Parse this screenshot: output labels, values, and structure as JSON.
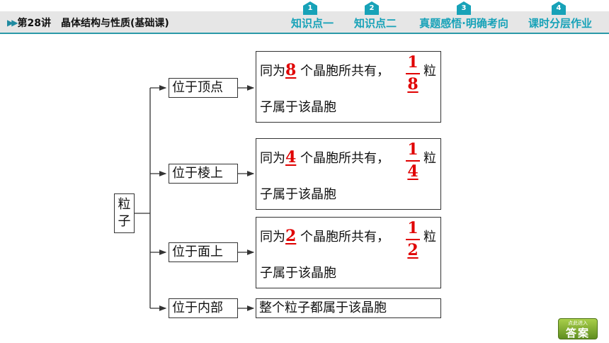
{
  "header": {
    "lesson_number": "第28讲",
    "lesson_title": "晶体结构与性质(基础课)",
    "nav": [
      {
        "num": "1",
        "label": "知识点一"
      },
      {
        "num": "2",
        "label": "知识点二"
      },
      {
        "num": "3",
        "label": "真题感悟·明确考向"
      },
      {
        "num": "4",
        "label": "课时分层作业"
      }
    ]
  },
  "diagram": {
    "root": "粒子",
    "branches": [
      {
        "position": "位于顶点",
        "line1_prefix": "同为",
        "count": "8",
        "line1_mid": "个晶胞所共有，",
        "frac_num": "1",
        "frac_den": "8",
        "line1_end": "粒",
        "line2": "子属于该晶胞"
      },
      {
        "position": "位于棱上",
        "line1_prefix": "同为",
        "count": "4",
        "line1_mid": "个晶胞所共有，",
        "frac_num": "1",
        "frac_den": "4",
        "line1_end": "粒",
        "line2": "子属于该晶胞"
      },
      {
        "position": "位于面上",
        "line1_prefix": "同为",
        "count": "2",
        "line1_mid": "个晶胞所共有，",
        "frac_num": "1",
        "frac_den": "2",
        "line1_end": "粒",
        "line2": "子属于该晶胞"
      },
      {
        "position": "位于内部",
        "line1": "整个粒子都属于该晶胞"
      }
    ]
  },
  "answer_button": {
    "top_text": "点此进入",
    "label": "答案"
  },
  "colors": {
    "accent": "#17a2b8",
    "highlight": "#e00000",
    "header_bar": "#e6e6e6"
  }
}
